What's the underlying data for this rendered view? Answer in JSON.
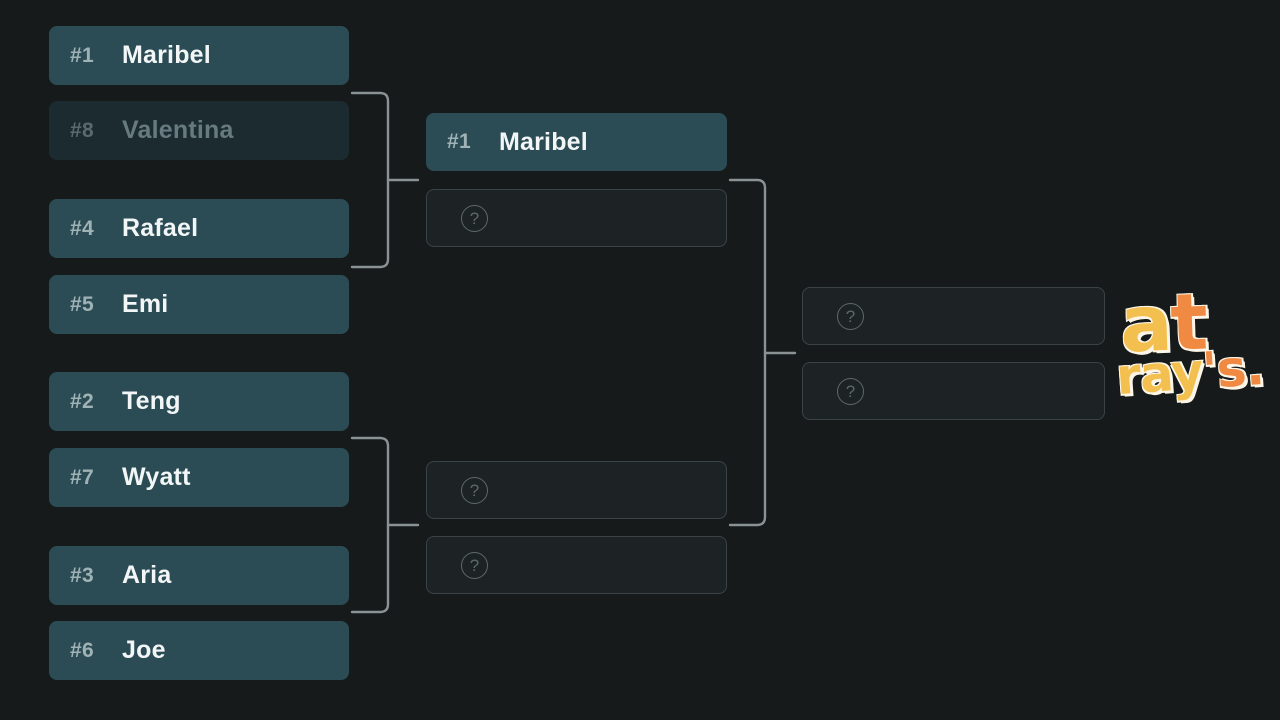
{
  "theme": {
    "background": "#161a1b",
    "slot_filled": "#2b4c54",
    "slot_eliminated": "#1c2b30",
    "slot_empty": "#1d2325",
    "slot_empty_border": "#3a4446",
    "connector_line": "#8a9294",
    "text_primary": "#f2f6f7",
    "text_seed": "#9fb2b6",
    "text_dim": "#667a80",
    "logo_gold": "#f3c04f",
    "logo_orange": "#f08a43"
  },
  "placeholder": {
    "icon": "question-circle-icon",
    "glyph": "?"
  },
  "bracket": {
    "rounds": [
      {
        "name": "round-of-8",
        "slots": [
          {
            "seed": "#1",
            "name": "Maribel",
            "state": "filled"
          },
          {
            "seed": "#8",
            "name": "Valentina",
            "state": "eliminated"
          },
          {
            "seed": "#4",
            "name": "Rafael",
            "state": "filled"
          },
          {
            "seed": "#5",
            "name": "Emi",
            "state": "filled"
          },
          {
            "seed": "#2",
            "name": "Teng",
            "state": "filled"
          },
          {
            "seed": "#7",
            "name": "Wyatt",
            "state": "filled"
          },
          {
            "seed": "#3",
            "name": "Aria",
            "state": "filled"
          },
          {
            "seed": "#6",
            "name": "Joe",
            "state": "filled"
          }
        ]
      },
      {
        "name": "semifinals",
        "slots": [
          {
            "seed": "#1",
            "name": "Maribel",
            "state": "filled"
          },
          {
            "seed": "",
            "name": "",
            "state": "empty"
          },
          {
            "seed": "",
            "name": "",
            "state": "empty"
          },
          {
            "seed": "",
            "name": "",
            "state": "empty"
          }
        ]
      },
      {
        "name": "finals",
        "slots": [
          {
            "seed": "",
            "name": "",
            "state": "empty"
          },
          {
            "seed": "",
            "name": "",
            "state": "empty"
          }
        ]
      }
    ]
  },
  "logo": {
    "top_gold": "a",
    "top_orange": "t",
    "bottom_gold": "ray",
    "bottom_orange": "'s."
  }
}
